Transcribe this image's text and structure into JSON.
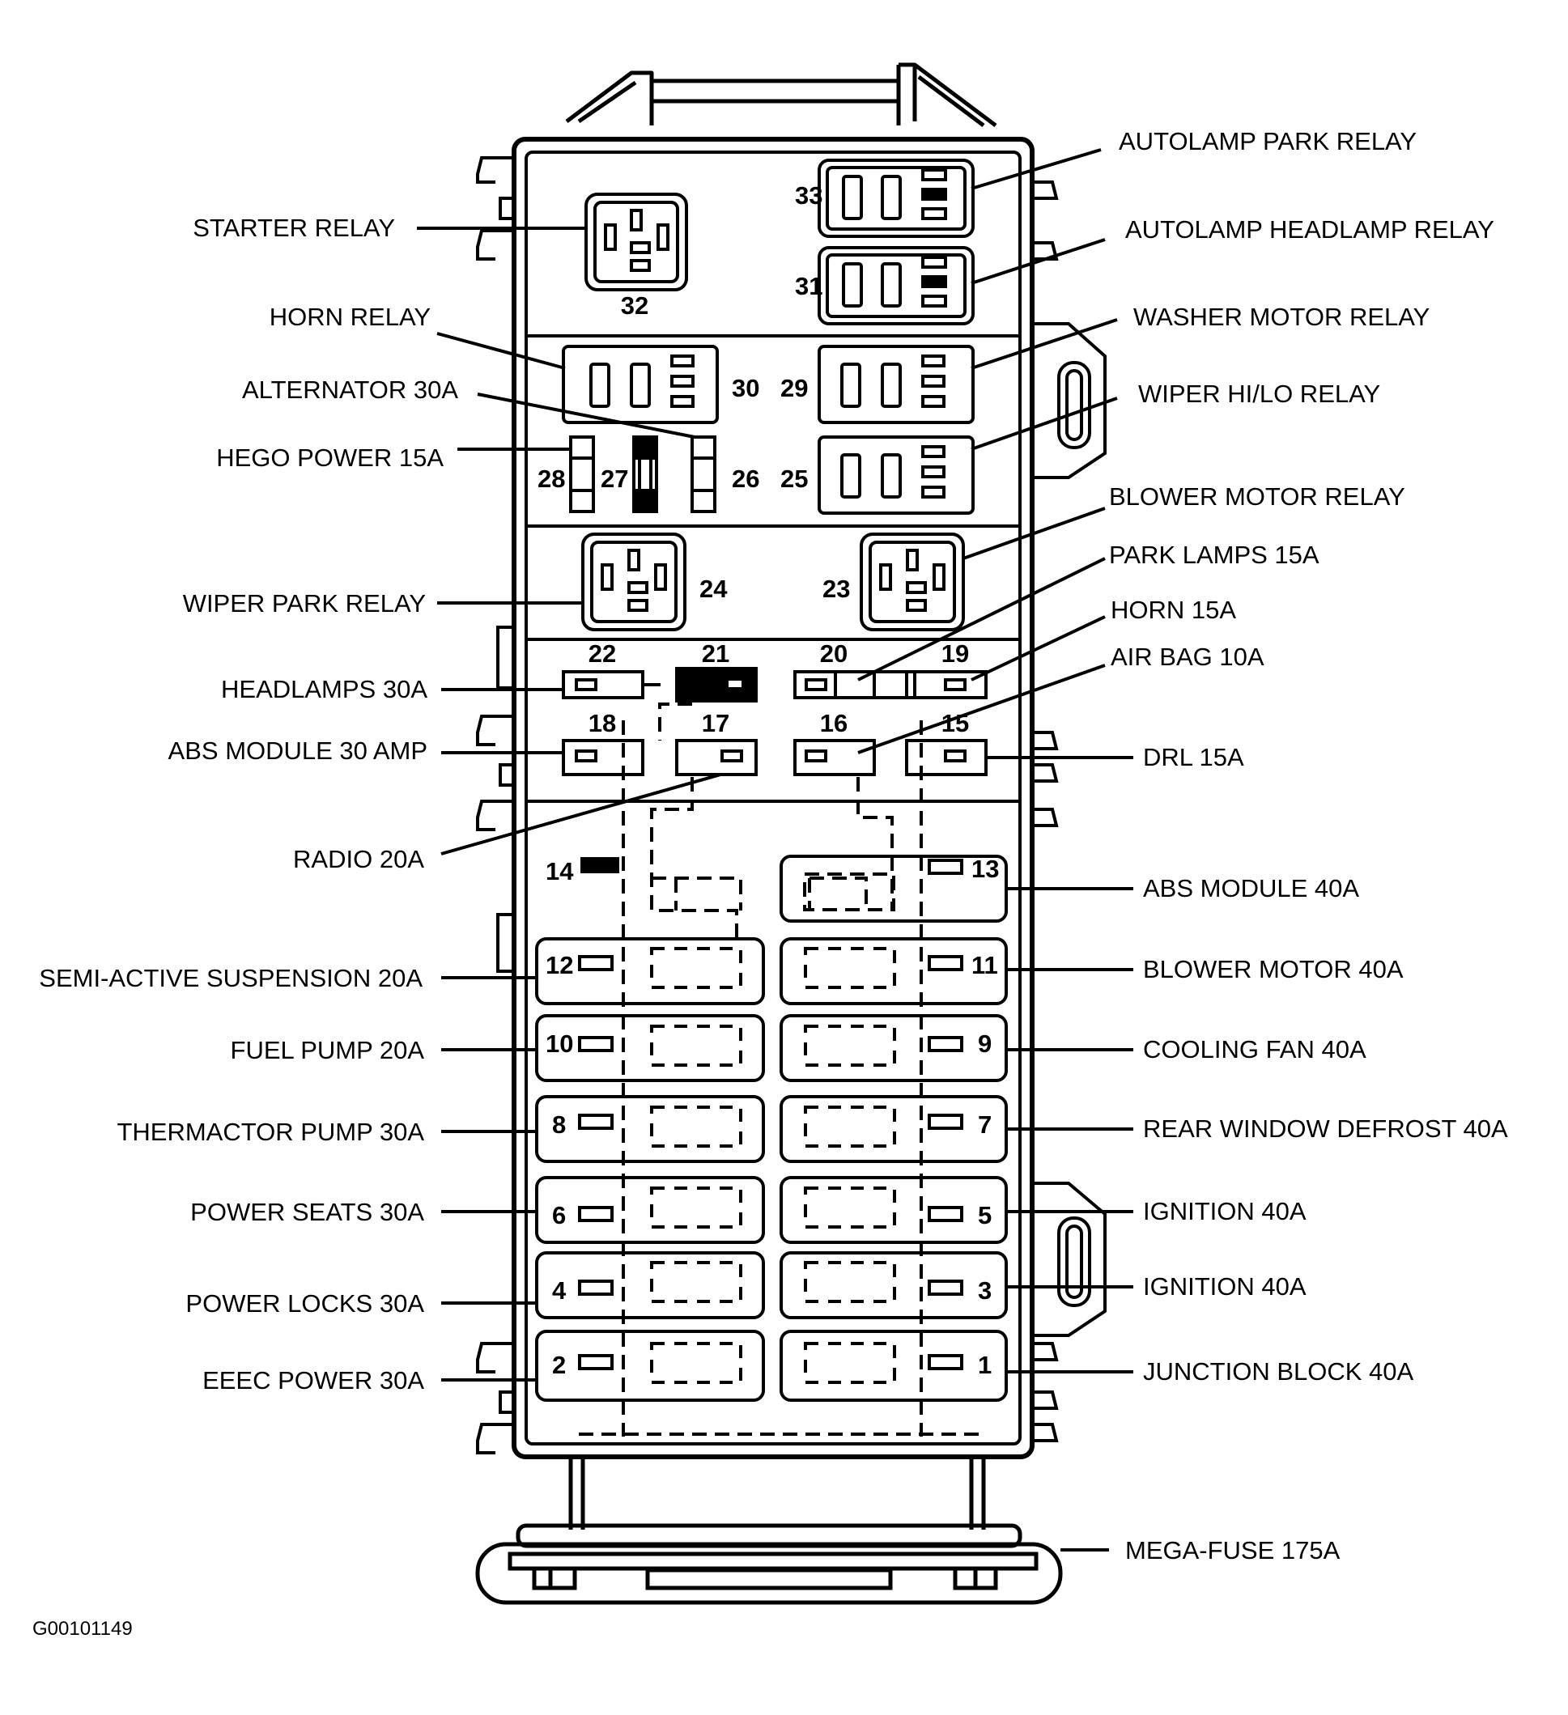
{
  "diagram_code": "G00101149",
  "colors": {
    "ink": "#000000",
    "paper": "#ffffff"
  },
  "positions": {
    "p1": "1",
    "p2": "2",
    "p3": "3",
    "p4": "4",
    "p5": "5",
    "p6": "6",
    "p7": "7",
    "p8": "8",
    "p9": "9",
    "p10": "10",
    "p11": "11",
    "p12": "12",
    "p13": "13",
    "p14": "14",
    "p15": "15",
    "p16": "16",
    "p17": "17",
    "p18": "18",
    "p19": "19",
    "p20": "20",
    "p21": "21",
    "p22": "22",
    "p23": "23",
    "p24": "24",
    "p25": "25",
    "p26": "26",
    "p27": "27",
    "p28": "28",
    "p29": "29",
    "p30": "30",
    "p31": "31",
    "p32": "32",
    "p33": "33"
  },
  "labels": {
    "autolamp_park_relay": "AUTOLAMP PARK RELAY",
    "autolamp_headlamp_relay": "AUTOLAMP HEADLAMP RELAY",
    "starter_relay": "STARTER RELAY",
    "washer_motor_relay": "WASHER MOTOR RELAY",
    "horn_relay": "HORN RELAY",
    "wiper_hilo_relay": "WIPER HI/LO RELAY",
    "alternator": "ALTERNATOR 30A",
    "hego_power": "HEGO POWER 15A",
    "blower_motor_relay": "BLOWER MOTOR RELAY",
    "park_lamps": "PARK LAMPS 15A",
    "wiper_park_relay": "WIPER PARK RELAY",
    "horn": "HORN 15A",
    "air_bag": "AIR BAG 10A",
    "headlamps": "HEADLAMPS 30A",
    "abs_module_30": "ABS MODULE 30 AMP",
    "drl": "DRL 15A",
    "radio": "RADIO 20A",
    "abs_module_40": "ABS MODULE 40A",
    "semi_active_suspension": "SEMI-ACTIVE SUSPENSION 20A",
    "blower_motor": "BLOWER MOTOR 40A",
    "fuel_pump": "FUEL PUMP 20A",
    "cooling_fan": "COOLING FAN 40A",
    "thermactor_pump": "THERMACTOR PUMP 30A",
    "rear_window_defrost": "REAR WINDOW DEFROST 40A",
    "power_seats": "POWER SEATS 30A",
    "ignition_5": "IGNITION 40A",
    "power_locks": "POWER LOCKS 30A",
    "ignition_3": "IGNITION 40A",
    "eeec_power": "EEEC POWER 30A",
    "junction_block": "JUNCTION BLOCK 40A",
    "mega_fuse": "MEGA-FUSE 175A"
  }
}
